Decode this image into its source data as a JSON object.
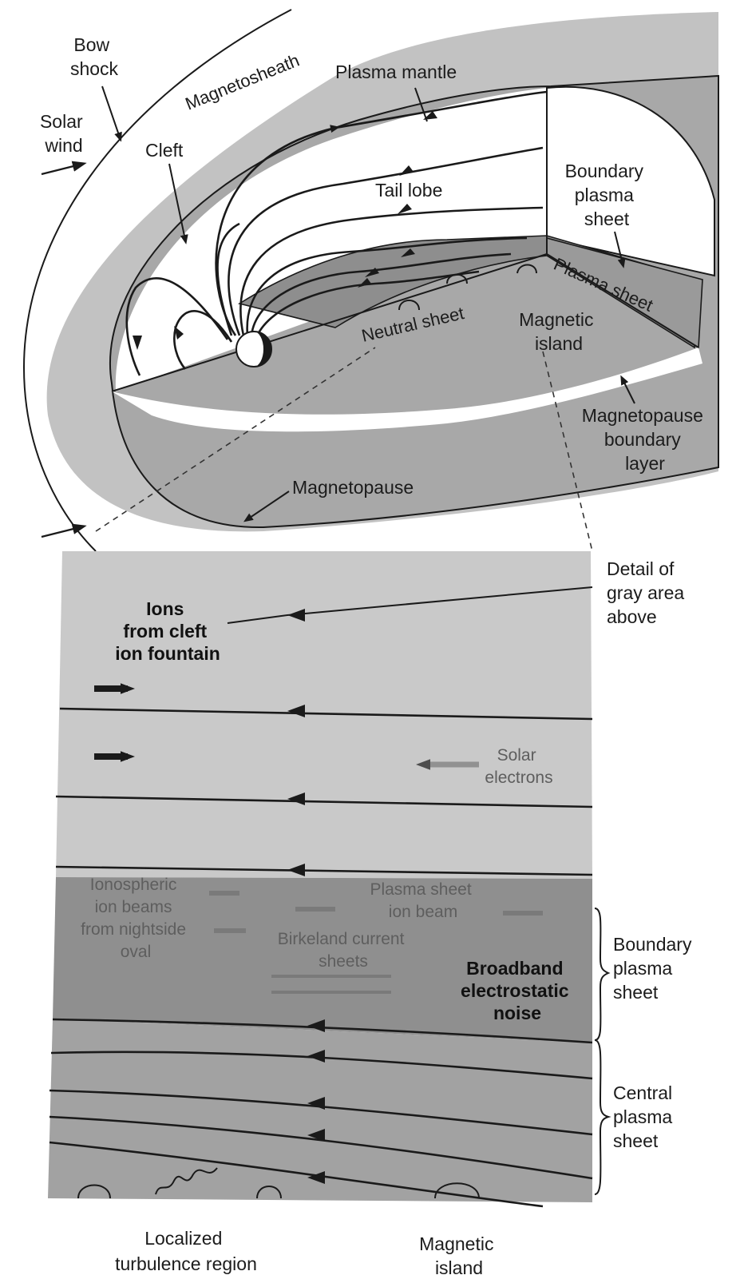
{
  "top_diagram": {
    "labels": {
      "bow_shock": [
        "Bow",
        "shock"
      ],
      "solar_wind": [
        "Solar",
        "wind"
      ],
      "magnetosheath": "Magnetosheath",
      "plasma_mantle": "Plasma mantle",
      "cleft": "Cleft",
      "tail_lobe": "Tail lobe",
      "boundary_plasma_sheet": [
        "Boundary",
        "plasma",
        "sheet"
      ],
      "plasma_sheet": "Plasma sheet",
      "neutral_sheet": "Neutral sheet",
      "magnetic_island": [
        "Magnetic",
        "island"
      ],
      "magnetopause_boundary_layer": [
        "Magnetopause",
        "boundary",
        "layer"
      ],
      "magnetopause": "Magnetopause"
    }
  },
  "bottom_diagram": {
    "labels": {
      "detail_of_gray_area": [
        "Detail of",
        "gray area",
        "above"
      ],
      "ions_from_cleft": [
        "Ions",
        "from cleft",
        "ion fountain"
      ],
      "solar_electrons": [
        "Solar",
        "electrons"
      ],
      "ionospheric_ion_beams": [
        "Ionospheric",
        "ion beams",
        "from nightside",
        "oval"
      ],
      "plasma_sheet_ion_beam": [
        "Plasma sheet",
        "ion beam"
      ],
      "birkeland_current_sheets": [
        "Birkeland current",
        "sheets"
      ],
      "broadband_noise": [
        "Broadband",
        "electrostatic",
        "noise"
      ],
      "boundary_plasma_sheet": [
        "Boundary",
        "plasma",
        "sheet"
      ],
      "central_plasma_sheet": [
        "Central",
        "plasma",
        "sheet"
      ],
      "localized_turbulence": [
        "Localized",
        "turbulence region"
      ],
      "magnetic_island": [
        "Magnetic",
        "island"
      ]
    }
  },
  "colors": {
    "magnetosheath_gray": "#bdbdbd",
    "boundary_layer_gray": "#9e9e9e",
    "plasma_sheet_gray": "#8c8c8c",
    "detail_light_gray": "#c6c6c6",
    "detail_dark_gray": "#8f8f8f",
    "line": "#1a1a1a"
  }
}
